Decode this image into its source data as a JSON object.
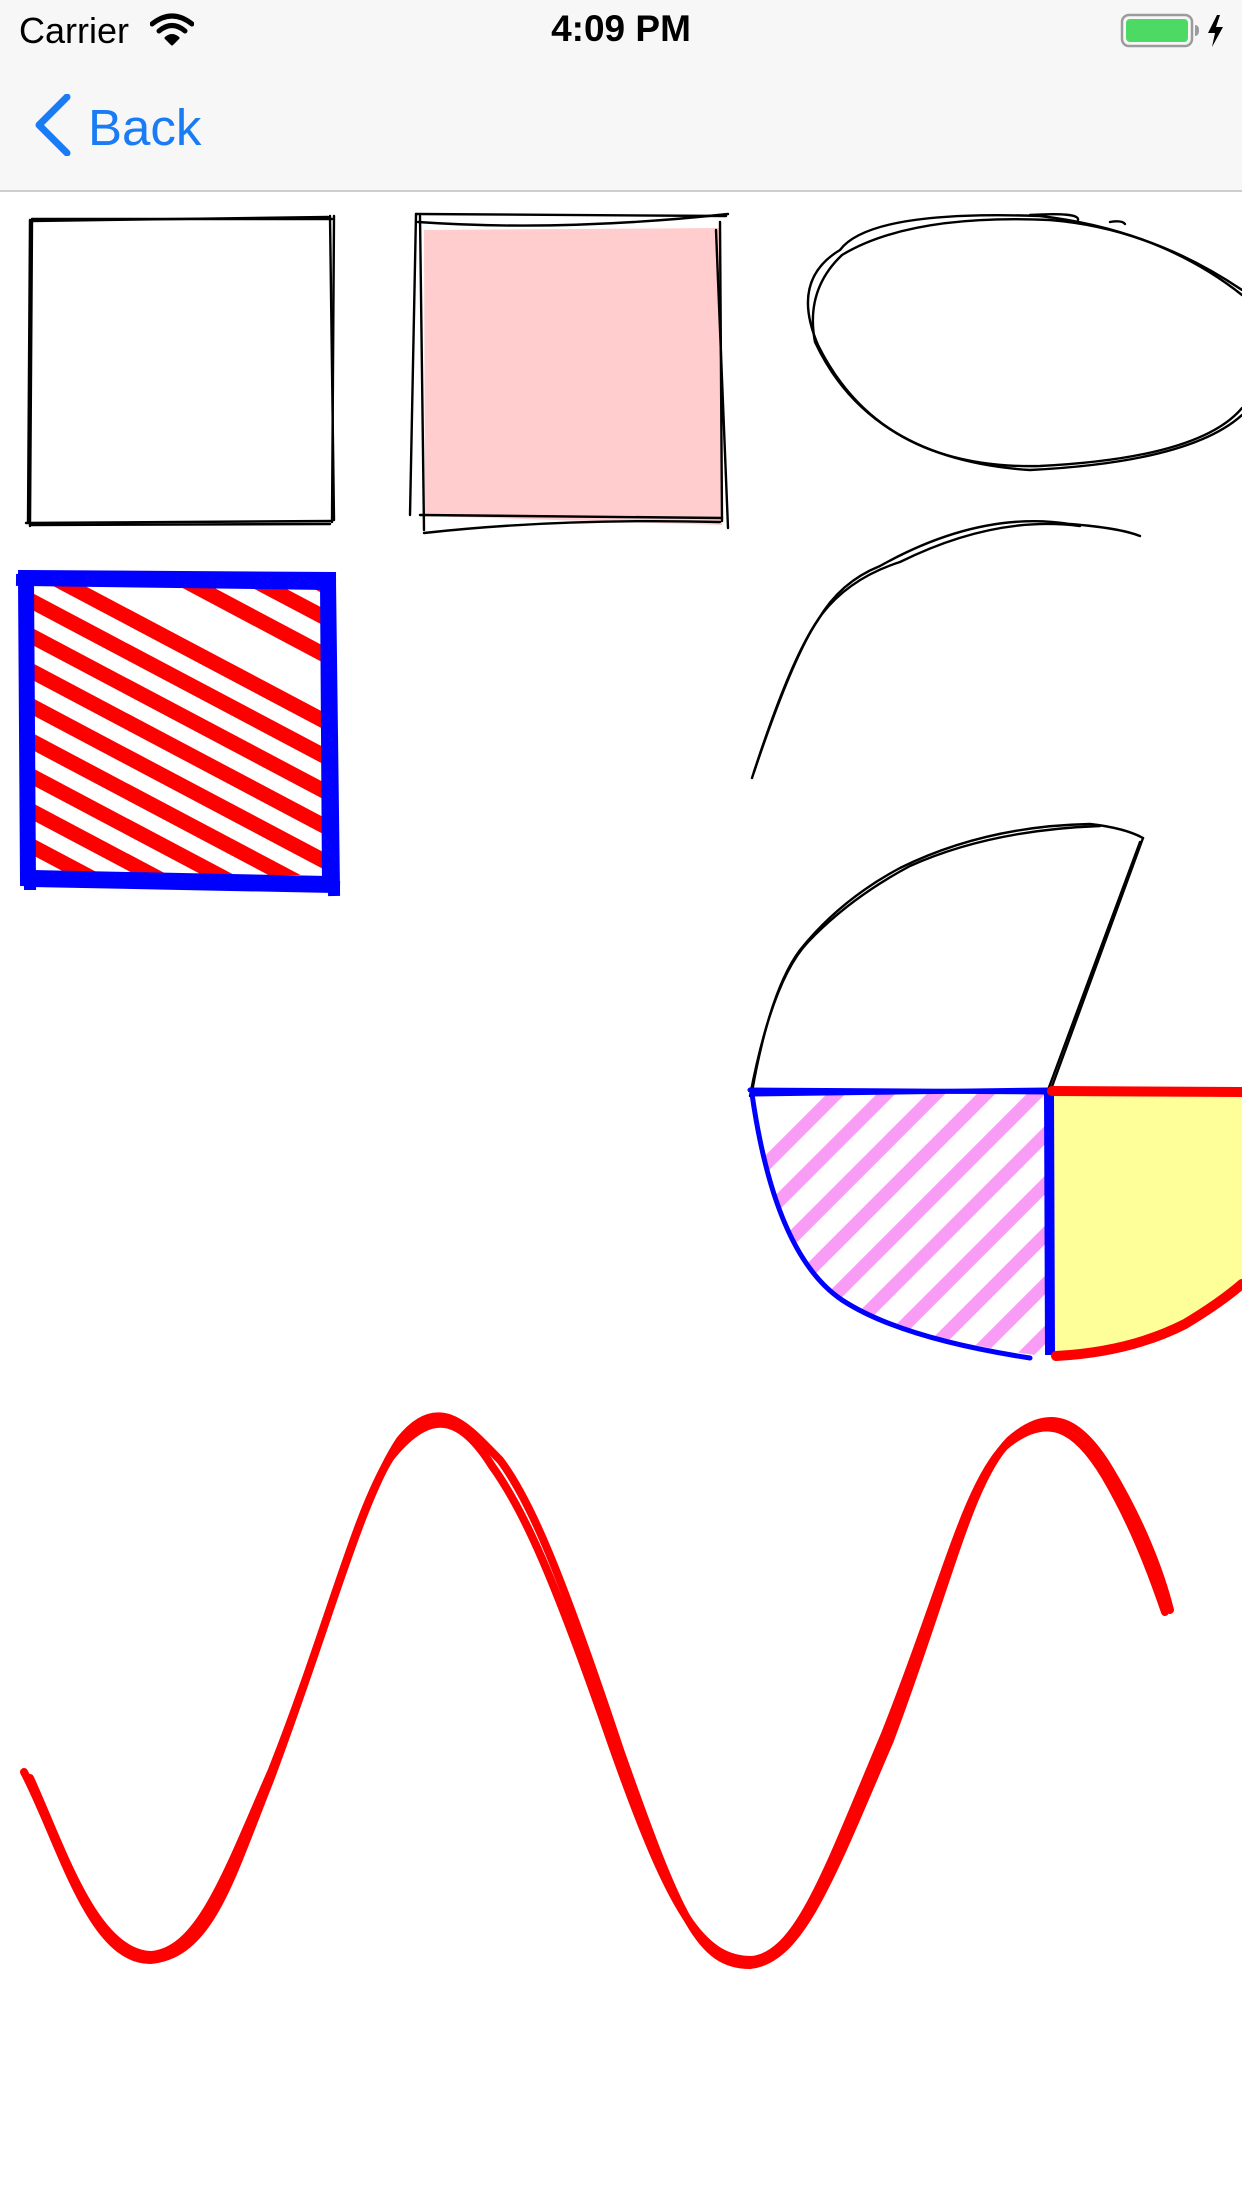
{
  "status_bar": {
    "carrier": "Carrier",
    "time": "4:09 PM",
    "wifi_icon": "wifi-icon",
    "battery_icon": "battery-charging-icon",
    "battery_color": "#4cd964"
  },
  "nav": {
    "back_label": "Back",
    "back_icon": "chevron-left-icon",
    "tint": "#1a7cf5"
  },
  "drawing": {
    "shapes": [
      "sketch-square-plain",
      "sketch-square-pink-fill",
      "sketch-ellipse",
      "sketch-square-red-hachure",
      "sketch-curve",
      "sketch-pie",
      "sketch-sine-wave"
    ],
    "colors": {
      "stroke": "#000000",
      "pink_fill": "#ffcdcd",
      "red": "#ff0000",
      "blue": "#0000ff",
      "magenta_hachure": "#f99cf5",
      "yellow_fill": "#ffff99"
    }
  }
}
